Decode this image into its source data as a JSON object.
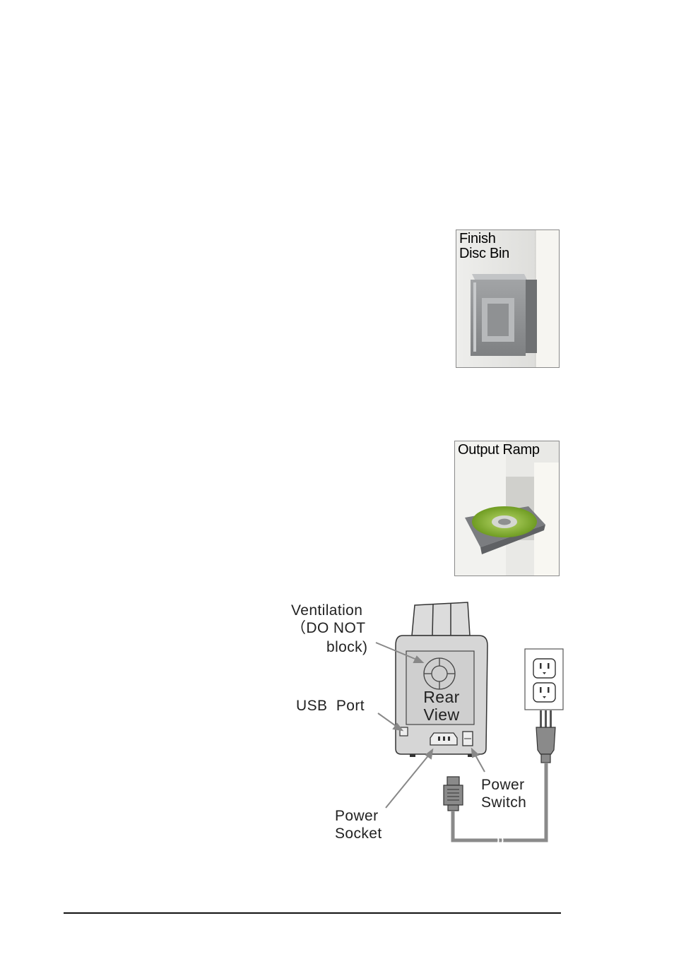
{
  "finish_bin": {
    "label_line1": "Finish",
    "label_line2": "Disc Bin"
  },
  "output_ramp": {
    "label": "Output Ramp"
  },
  "rear_diagram": {
    "ventilation_line1": "Ventilation",
    "ventilation_line2": "（DO NOT",
    "ventilation_line3": "block)",
    "rear_line1": "Rear",
    "rear_line2": "View",
    "usb_port": "USB  Port",
    "power_switch_line1": "Power",
    "power_switch_line2": "Switch",
    "power_socket_line1": "Power",
    "power_socket_line2": "Socket"
  },
  "colors": {
    "disc_green": "#7fae2e",
    "device_gray": "#d4d4d4",
    "tray_gray": "#8c8c8c"
  }
}
